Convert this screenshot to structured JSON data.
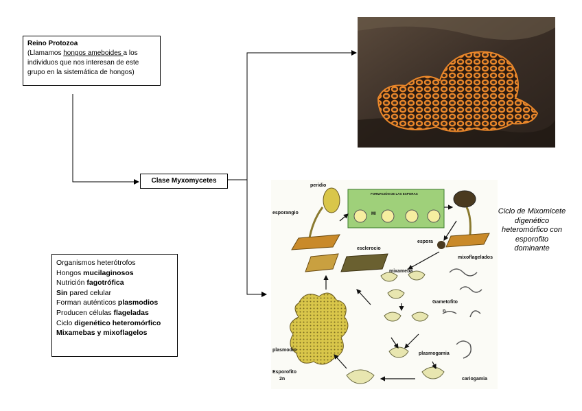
{
  "reino": {
    "title": "Reino Protozoa",
    "line1_pre": "(Llamamos ",
    "line1_link": "hongos ameboides ",
    "line1_post": "a los",
    "line2": "individuos que nos interesan de este",
    "line3": "grupo en la sistemática de hongos)"
  },
  "clase": {
    "label": "Clase Myxomycetes"
  },
  "traits": [
    {
      "pre": "Organismos heterótrofos",
      "bold": ""
    },
    {
      "pre": "Hongos ",
      "bold": "mucilaginosos"
    },
    {
      "pre": "Nutrición ",
      "bold": "fagotrófica"
    },
    {
      "pre": "",
      "bold": "Sin",
      "post": " pared celular"
    },
    {
      "pre": "Forman auténticos ",
      "bold": "plasmodios"
    },
    {
      "pre": "Producen células ",
      "bold": "flageladas"
    },
    {
      "pre": "Ciclo ",
      "bold": "digenético heteromórfico"
    },
    {
      "pre": "",
      "bold": "Mixamebas y mixoflagelos"
    }
  ],
  "cycle": {
    "title": "Ciclo de Mixomicete digenético heteromórfico con esporofito dominante",
    "labels": {
      "peridio": "peridio",
      "esporangio": "esporangio",
      "esclerocio": "esclerocio",
      "espora": "espora",
      "mixoflagelados": "mixoflagelados",
      "mixameba": "mixameba",
      "gametofito": "Gametofito",
      "n": "n",
      "plasmodio": "plasmodio",
      "plasmogamia": "plasmogamia",
      "esporofito": "Esporofito",
      "two_n": "2n",
      "cariogamia": "cariogamia",
      "formacion": "FORMACIÓN DE LAS ESPORAS",
      "mi": "MI"
    }
  },
  "colors": {
    "photo_bg": "#3a2e26",
    "slime_mold": "#e8862a",
    "cycle_yellow": "#d9c64a",
    "inset_green": "#9fd07a"
  }
}
